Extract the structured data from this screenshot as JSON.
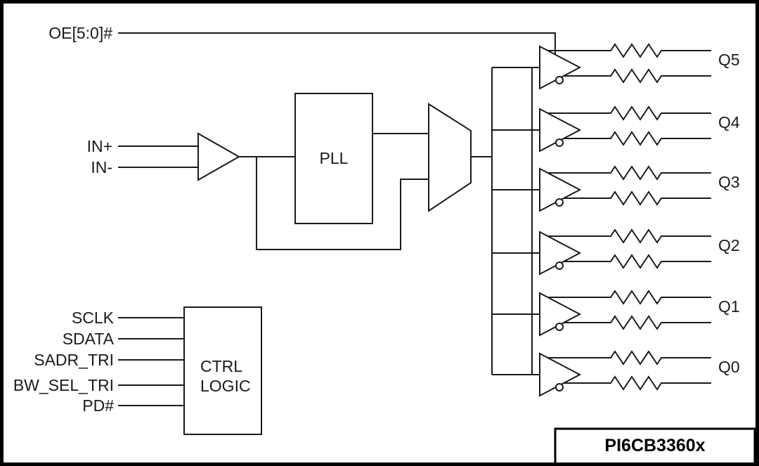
{
  "colors": {
    "ink": "#1a1a1a",
    "background": "#ffffff"
  },
  "diagram": {
    "part_number": "PI6CB3360x",
    "oe_input": "OE[5:0]#",
    "clock_inputs": {
      "in_p": "IN+",
      "in_n": "IN-"
    },
    "pll_label": "PLL",
    "ctrl_logic": {
      "line1": "CTRL",
      "line2": "LOGIC"
    },
    "control_inputs": [
      "SCLK",
      "SDATA",
      "SADR_TRI",
      "BW_SEL_TRI",
      "PD#"
    ],
    "outputs": [
      "Q5",
      "Q4",
      "Q3",
      "Q2",
      "Q1",
      "Q0"
    ]
  }
}
